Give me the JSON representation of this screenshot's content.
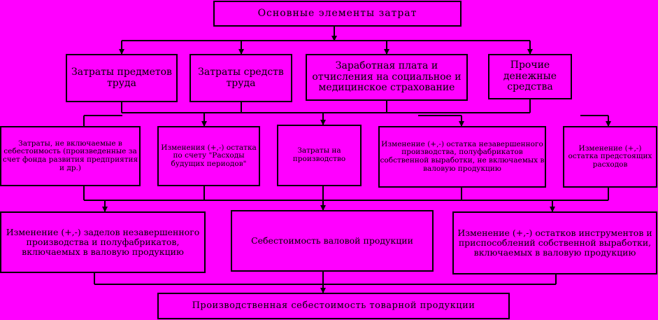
{
  "root": "Основные элементы затрат",
  "level2": [
    "Затраты предметов труда",
    "Затраты средств труда",
    "Заработная плата и отчисления на социальное и медицинское страхование",
    "Прочие денежные средства"
  ],
  "level3": [
    "Затраты, не включаемые в себестоимость (произведенные за счет фонда развития предприятия и др.)",
    "Изменения (+,-) остатка по счету \"Расходы будущих периодов\"",
    "Затраты на производство",
    "Изменение (+,-) остатка незавершенного производства, полуфабрикатов собственной выработки, не включаемых в валовую продукцию",
    "Изменение (+,-) остатка предстоящих расходов"
  ],
  "level4": [
    "Изменение (+,-) заделов незавершенного производства и полуфабрикатов, включаемых в валовую продукцию",
    "Себестоимость валовой продукции",
    "Изменение (+,-) остатков инструментов и приспособлений собственной выработки, включаемых в валовую продукцию"
  ],
  "bottom": "Производственная себестоимость товарной продукции"
}
